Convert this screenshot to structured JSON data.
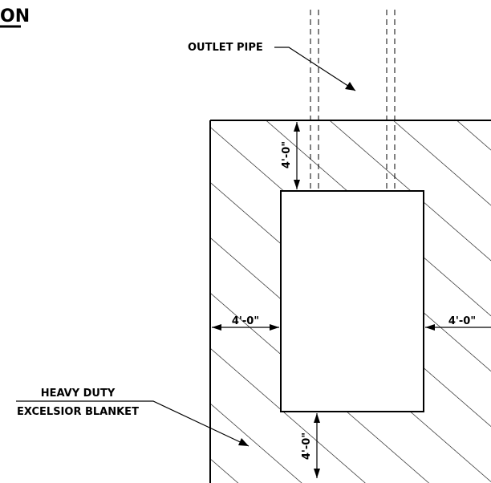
{
  "title_fragment": "ON",
  "labels": {
    "outlet_pipe": "OUTLET PIPE",
    "blanket_line1": "HEAVY DUTY",
    "blanket_line2": "EXCELSIOR BLANKET"
  },
  "dimensions": {
    "top": "4'-0\"",
    "left": "4'-0\"",
    "right": "4'-0\"",
    "bottom": "4'-0\""
  },
  "colors": {
    "line": "#000000",
    "background": "#ffffff"
  }
}
